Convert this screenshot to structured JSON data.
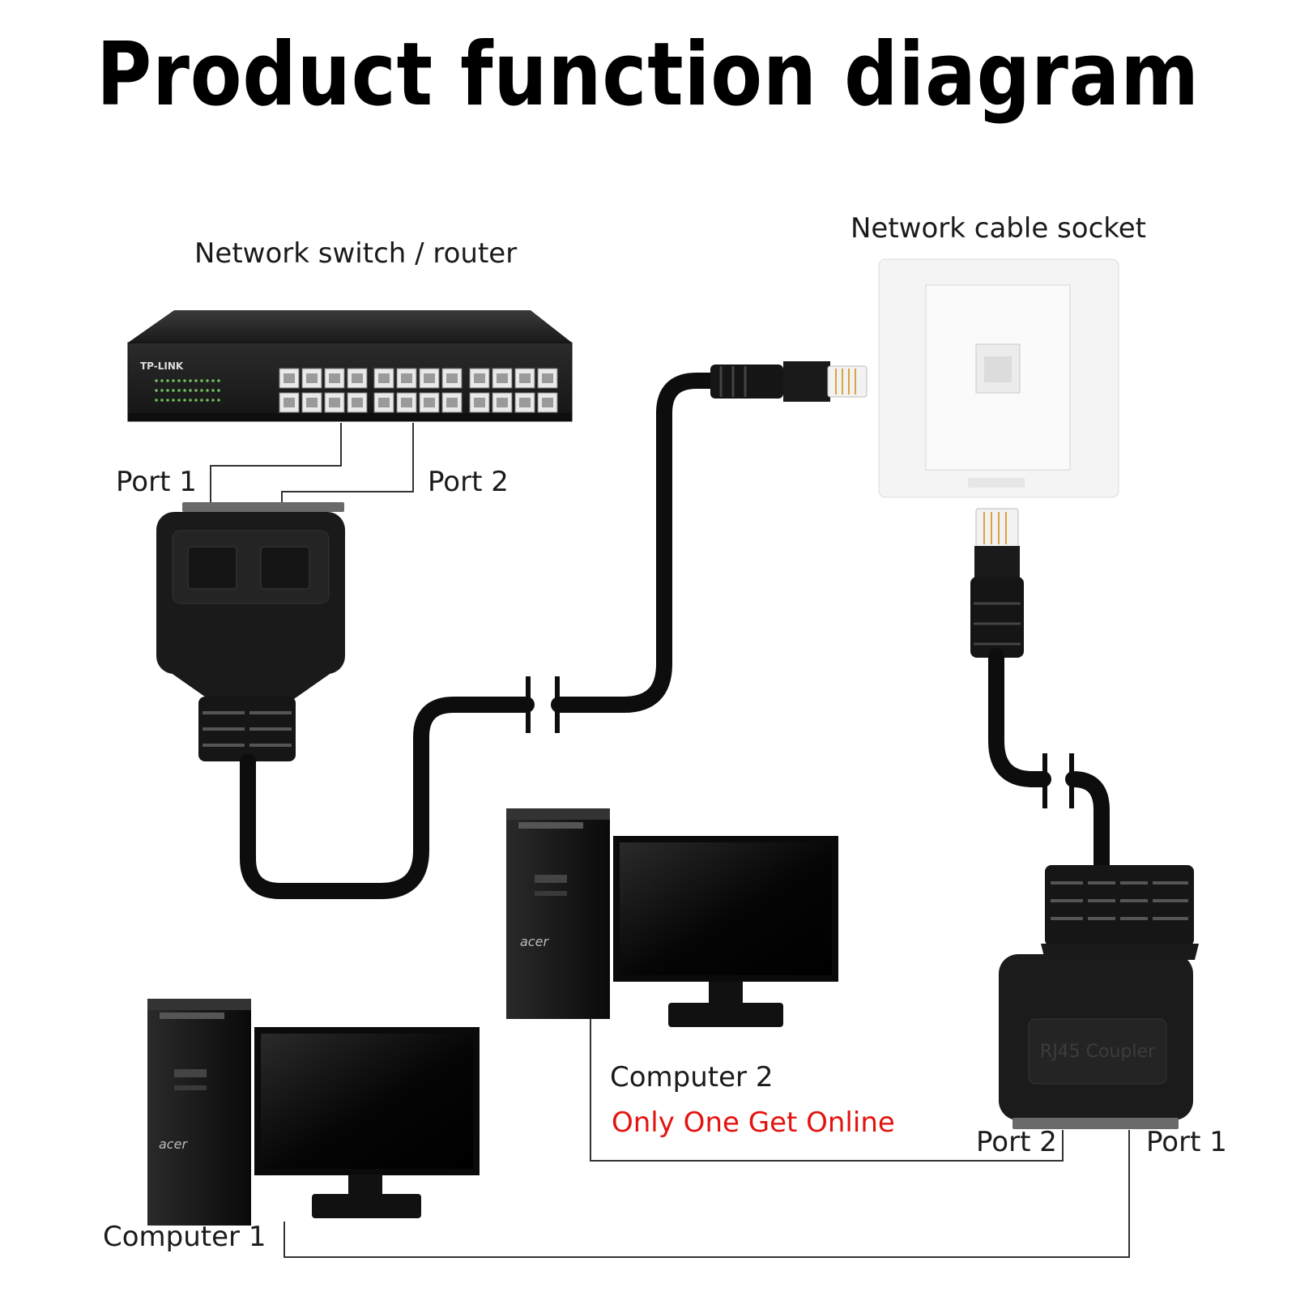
{
  "title": "Product function diagram",
  "labels": {
    "switch": "Network switch / router",
    "socket": "Network cable socket",
    "port1_top": "Port 1",
    "port2_top": "Port 2",
    "computer1": "Computer 1",
    "computer2": "Computer 2",
    "warning": "Only One Get Online",
    "port2_bottom": "Port 2",
    "port1_bottom": "Port 1"
  },
  "device_marks": {
    "switch_brand": "TP-LINK",
    "pc_brand": "acer",
    "coupler_text": "RJ45 Coupler"
  },
  "colors": {
    "warning": "#e3140f",
    "device": "#1c1c1c",
    "cable": "#0d0d0d",
    "socket": "#f4f4f4"
  }
}
